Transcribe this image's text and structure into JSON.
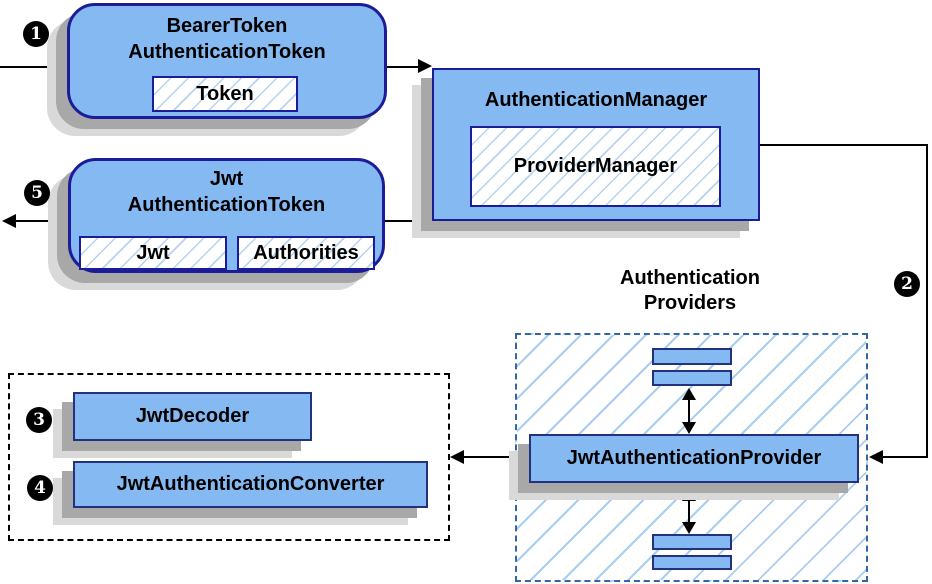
{
  "colors": {
    "node_fill": "#85b9f2",
    "node_border": "#1c1c99",
    "small_border": "#24327e",
    "hatch_line": "#b5d3f0",
    "hatch_line_wide": "#a9cdf0",
    "dashed_blue": "#3465a4",
    "shadow_dark": "#a8a8a8",
    "shadow_light": "#d9d9d9",
    "line": "#000000",
    "text": "#000000"
  },
  "diagram": {
    "badges": {
      "b1": "1",
      "b2": "2",
      "b3": "3",
      "b4": "4",
      "b5": "5"
    },
    "bearer": {
      "title_line1": "BearerToken",
      "title_line2": "AuthenticationToken",
      "field": "Token"
    },
    "manager": {
      "title": "AuthenticationManager",
      "impl": "ProviderManager"
    },
    "jwt_token": {
      "title_line1": "Jwt",
      "title_line2": "AuthenticationToken",
      "field1": "Jwt",
      "field2": "Authorities"
    },
    "providers": {
      "label_line1": "Authentication",
      "label_line2": "Providers",
      "provider": "JwtAuthenticationProvider"
    },
    "helpers": {
      "decoder": "JwtDecoder",
      "converter": "JwtAuthenticationConverter"
    }
  }
}
